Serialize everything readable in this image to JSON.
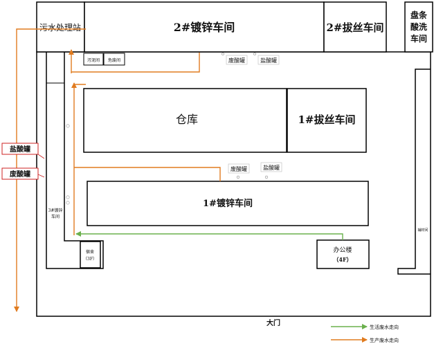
{
  "buildings": {
    "sewage_station": "污水处理站",
    "galvanizing_2": "2#镀锌车间",
    "drawing_2": "2#拔丝车间",
    "pickling": [
      "盘条",
      "酸洗",
      "车间"
    ],
    "sludge_room": "污泥间",
    "room_2": "危废间",
    "warehouse": "仓库",
    "drawing_1": "1#拔丝车间",
    "galvanizing_1": "1#镀锌车间",
    "galvanizing_3": [
      "3#镀锌",
      "车间"
    ],
    "dormitory": [
      "宿舍",
      "（3F）"
    ],
    "office": [
      "办公楼",
      "（4F）"
    ],
    "auxiliary_room": "辅材间",
    "gate": "大门"
  },
  "tanks": {
    "waste_acid_top": "废酸罐",
    "hcl_top": "盐酸罐",
    "waste_acid_mid": "废酸罐",
    "hcl_mid": "盐酸罐",
    "hcl_left": "盐酸罐",
    "waste_acid_left": "废酸罐"
  },
  "legend": {
    "domestic": "生活废水走向",
    "production": "生产废水走向"
  },
  "colors": {
    "production_flow": "#e07b1f",
    "domestic_flow": "#6ab04c",
    "tank_box_border": "#cc2222",
    "outline": "#000000"
  }
}
